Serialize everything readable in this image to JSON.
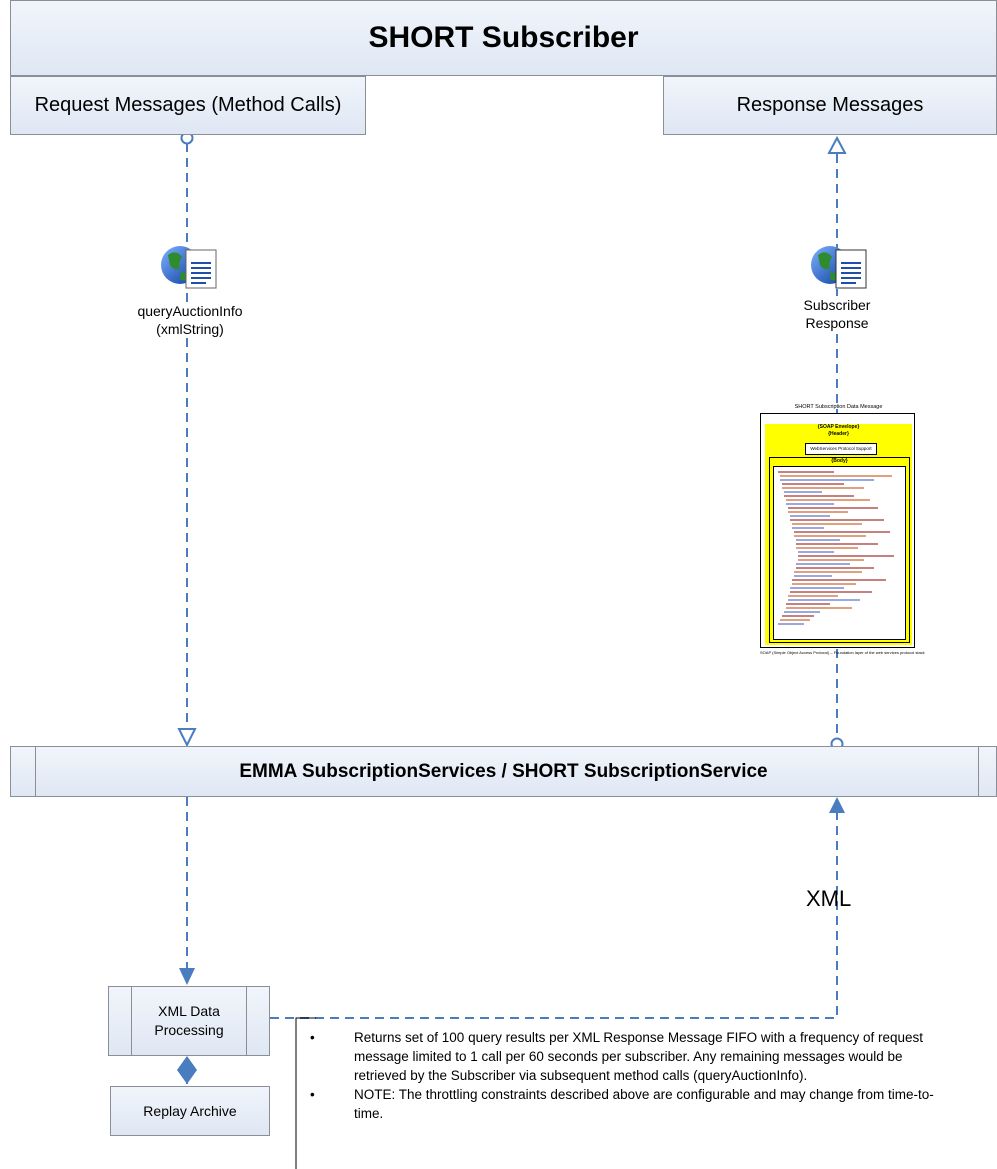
{
  "header": {
    "title": "SHORT Subscriber"
  },
  "request": {
    "label": "Request Messages (Method Calls)",
    "call_label": "queryAuctionInfo\n(xmlString)"
  },
  "response": {
    "label": "Response Messages",
    "msg_label": "Subscriber\nResponse"
  },
  "soap_message": {
    "caption": "SHORT Subscription Data Message",
    "envelope": "{SOAP Envelope}",
    "header": "{Header}",
    "header_content": "WebServices Protocol Support",
    "body": "{Body}",
    "footnote": "SOAP (Simple Object Access Protocol) – Foundation layer of the web services protocol stack"
  },
  "service": {
    "label": "EMMA SubscriptionServices / SHORT SubscriptionService"
  },
  "xml_edge_label": "XML",
  "processing": {
    "label": "XML Data\nProcessing"
  },
  "archive": {
    "label": "Replay Archive"
  },
  "notes": [
    "Returns set of 100 query results per XML Response Message FIFO with a frequency of request message limited to 1 call per 60 seconds per subscriber. Any remaining messages would be retrieved by the Subscriber via subsequent method calls (queryAuctionInfo).",
    "NOTE: The throttling constraints described above are configurable and may change from time-to-time."
  ],
  "colors": {
    "connector": "#4a7cc0",
    "box_fill": "#e2e9f5",
    "envelope": "#ffff00"
  },
  "icons": [
    "globe-document-icon",
    "globe-document-icon"
  ]
}
